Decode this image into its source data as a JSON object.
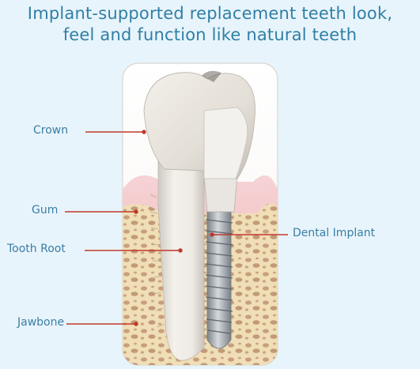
{
  "title": {
    "line1": "Implant-supported replacement teeth look,",
    "line2": "feel and function like natural teeth"
  },
  "labels": {
    "crown": "Crown",
    "gum": "Gum",
    "tooth_root": "Tooth Root",
    "jawbone": "Jawbone",
    "dental_implant": "Dental Implant"
  },
  "colors": {
    "background": "#e8f4fb",
    "text": "#3a7ea6",
    "leader_line": "#c0392b",
    "gum": "#f2b7bd",
    "bone": "#f1dfb8",
    "tooth": "#ece8e2",
    "implant": "#a8adb3"
  }
}
